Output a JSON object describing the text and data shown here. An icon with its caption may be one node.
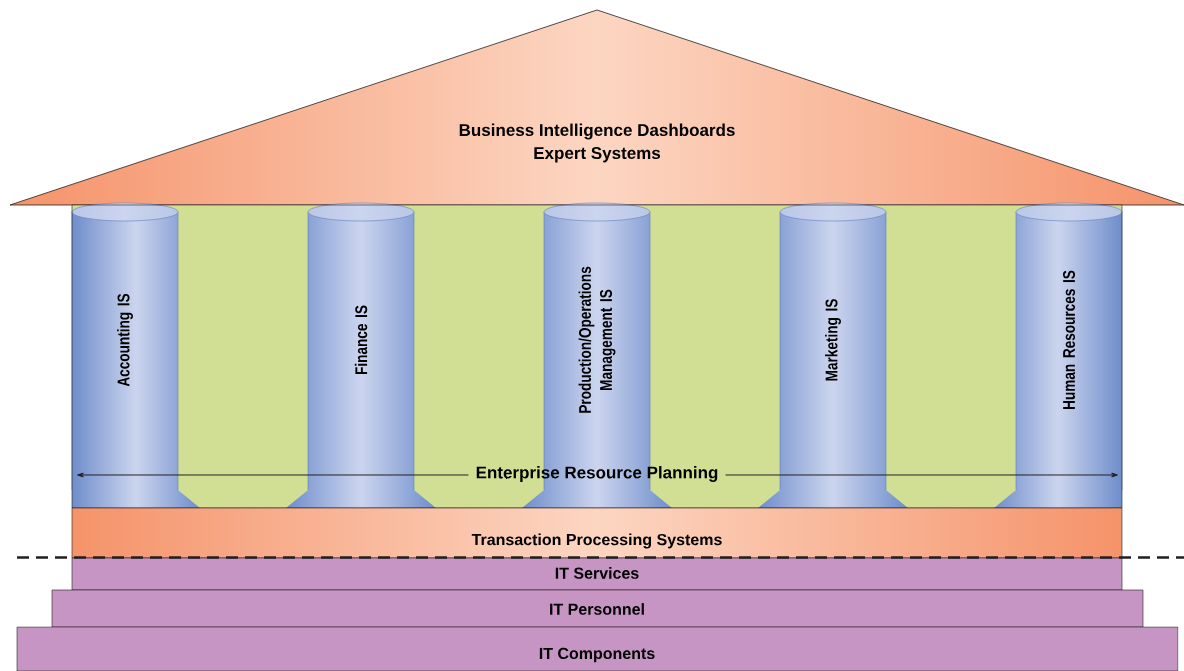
{
  "diagram": {
    "nodes": [
      {
        "text": [
          "Business Intelligence Dashboards",
          "Expert Systems"
        ]
      },
      {
        "text": [
          "Enterprise Resource Planning"
        ]
      },
      {
        "text": [
          "Accounting IS"
        ]
      },
      {
        "text": [
          "Finance IS"
        ]
      },
      {
        "text": [
          "Production/Operations Management IS"
        ]
      },
      {
        "text": [
          "Marketing IS"
        ]
      },
      {
        "text": [
          "Human Resources IS"
        ]
      },
      {
        "text": [
          "Transaction Processing Systems"
        ]
      },
      {
        "text": [
          "IT Services"
        ]
      },
      {
        "text": [
          "IT Personnel"
        ]
      },
      {
        "text": [
          "IT Components"
        ]
      }
    ],
    "edges": [
      {
        "from": 1,
        "to": 3,
        "arrow": "to"
      },
      {
        "from": 1,
        "to": 2,
        "arrow": "to"
      },
      {
        "from": 1,
        "to": 5,
        "arrow": "to"
      },
      {
        "from": 1,
        "to": 6,
        "arrow": "to"
      }
    ]
  }
}
